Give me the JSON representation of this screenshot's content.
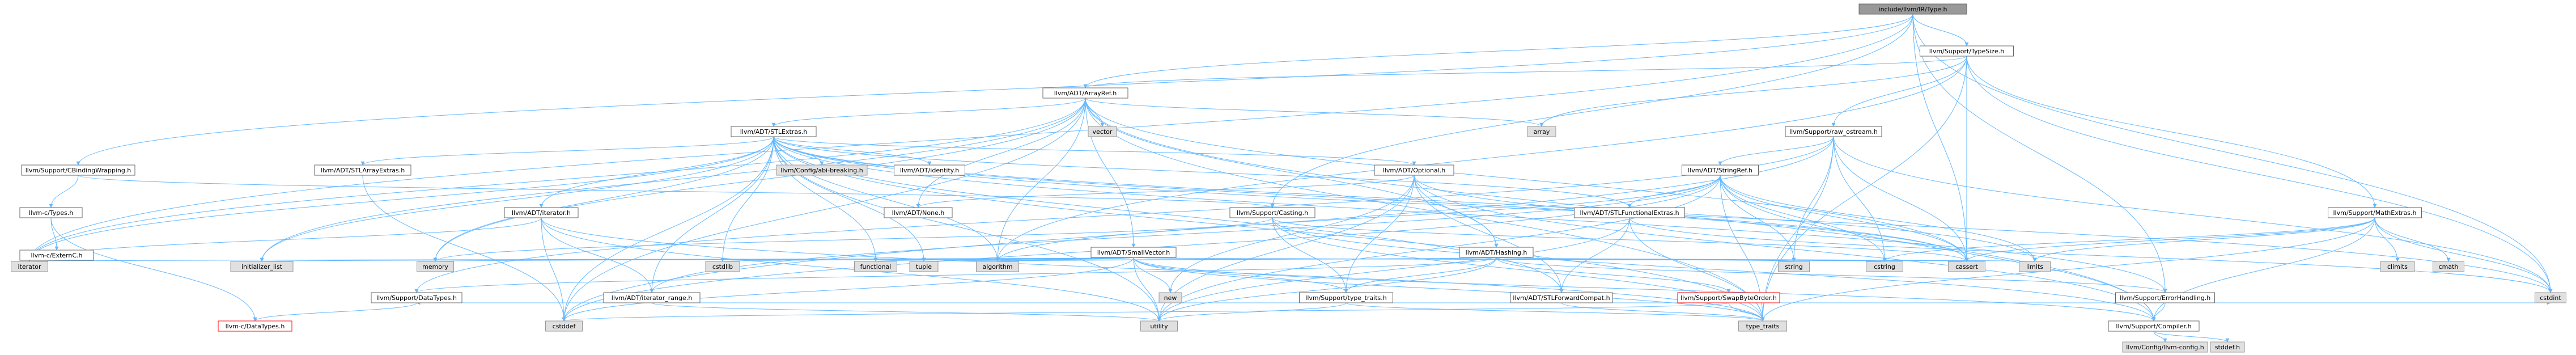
{
  "graph": {
    "nodes": [
      {
        "id": "root",
        "label": "include/llvm/IR/Type.h",
        "style": "root"
      },
      {
        "id": "TypeSize",
        "label": "llvm/Support/TypeSize.h",
        "style": "file"
      },
      {
        "id": "ArrayRef",
        "label": "llvm/ADT/ArrayRef.h",
        "style": "file"
      },
      {
        "id": "CBindingWrapping",
        "label": "llvm/Support/CBindingWrapping.h",
        "style": "file"
      },
      {
        "id": "c_Types",
        "label": "llvm-c/Types.h",
        "style": "file"
      },
      {
        "id": "ExternC",
        "label": "llvm-c/ExternC.h",
        "style": "file"
      },
      {
        "id": "c_DataTypes",
        "label": "llvm-c/DataTypes.h",
        "style": "missing"
      },
      {
        "id": "STLExtras",
        "label": "llvm/ADT/STLExtras.h",
        "style": "file"
      },
      {
        "id": "vector",
        "label": "vector",
        "style": "system"
      },
      {
        "id": "array",
        "label": "array",
        "style": "system"
      },
      {
        "id": "raw_ostream",
        "label": "llvm/Support/raw_ostream.h",
        "style": "file"
      },
      {
        "id": "STLArrayExtras",
        "label": "llvm/ADT/STLArrayExtras.h",
        "style": "file"
      },
      {
        "id": "abi_breaking",
        "label": "llvm/Config/abi-breaking.h",
        "style": "system"
      },
      {
        "id": "identity",
        "label": "llvm/ADT/identity.h",
        "style": "file"
      },
      {
        "id": "Optional",
        "label": "llvm/ADT/Optional.h",
        "style": "file"
      },
      {
        "id": "StringRef",
        "label": "llvm/ADT/StringRef.h",
        "style": "file"
      },
      {
        "id": "iterator_h",
        "label": "llvm/ADT/iterator.h",
        "style": "file"
      },
      {
        "id": "Casting",
        "label": "llvm/Support/Casting.h",
        "style": "file"
      },
      {
        "id": "None",
        "label": "llvm/ADT/None.h",
        "style": "file"
      },
      {
        "id": "SmallVector",
        "label": "llvm/ADT/SmallVector.h",
        "style": "file"
      },
      {
        "id": "Hashing",
        "label": "llvm/ADT/Hashing.h",
        "style": "file"
      },
      {
        "id": "STLFunctionalExtras",
        "label": "llvm/ADT/STLFunctionalExtras.h",
        "style": "file"
      },
      {
        "id": "MathExtras",
        "label": "llvm/Support/MathExtras.h",
        "style": "file"
      },
      {
        "id": "iterator",
        "label": "iterator",
        "style": "system"
      },
      {
        "id": "initializer_list",
        "label": "initializer_list",
        "style": "system"
      },
      {
        "id": "memory",
        "label": "memory",
        "style": "system"
      },
      {
        "id": "DataTypes",
        "label": "llvm/Support/DataTypes.h",
        "style": "file"
      },
      {
        "id": "iterator_range",
        "label": "llvm/ADT/iterator_range.h",
        "style": "file"
      },
      {
        "id": "cstdlib",
        "label": "cstdlib",
        "style": "system"
      },
      {
        "id": "functional",
        "label": "functional",
        "style": "system"
      },
      {
        "id": "tuple",
        "label": "tuple",
        "style": "system"
      },
      {
        "id": "algorithm",
        "label": "algorithm",
        "style": "system"
      },
      {
        "id": "new",
        "label": "new",
        "style": "system"
      },
      {
        "id": "type_traits_h",
        "label": "llvm/Support/type_traits.h",
        "style": "file"
      },
      {
        "id": "STLForwardCompat",
        "label": "llvm/ADT/STLForwardCompat.h",
        "style": "file"
      },
      {
        "id": "SwapByteOrder",
        "label": "llvm/Support/SwapByteOrder.h",
        "style": "missing"
      },
      {
        "id": "string",
        "label": "string",
        "style": "system"
      },
      {
        "id": "cstring",
        "label": "cstring",
        "style": "system"
      },
      {
        "id": "cassert",
        "label": "cassert",
        "style": "system"
      },
      {
        "id": "limits",
        "label": "limits",
        "style": "system"
      },
      {
        "id": "ErrorHandling",
        "label": "llvm/Support/ErrorHandling.h",
        "style": "file"
      },
      {
        "id": "climits",
        "label": "climits",
        "style": "system"
      },
      {
        "id": "cmath",
        "label": "cmath",
        "style": "system"
      },
      {
        "id": "cstdint",
        "label": "cstdint",
        "style": "system"
      },
      {
        "id": "Compiler",
        "label": "llvm/Support/Compiler.h",
        "style": "file"
      },
      {
        "id": "cstddef",
        "label": "cstddef",
        "style": "system"
      },
      {
        "id": "utility",
        "label": "utility",
        "style": "system"
      },
      {
        "id": "type_traits",
        "label": "type_traits",
        "style": "system"
      },
      {
        "id": "llvm_config",
        "label": "llvm/Config/llvm-config.h",
        "style": "system"
      },
      {
        "id": "stddef",
        "label": "stddef.h",
        "style": "system"
      }
    ],
    "edges": [
      [
        "root",
        "TypeSize"
      ],
      [
        "root",
        "ArrayRef"
      ],
      [
        "root",
        "CBindingWrapping"
      ],
      [
        "root",
        "Casting"
      ],
      [
        "root",
        "ErrorHandling"
      ],
      [
        "root",
        "cstdint"
      ],
      [
        "root",
        "cassert"
      ],
      [
        "root",
        "iterator"
      ],
      [
        "TypeSize",
        "ArrayRef"
      ],
      [
        "TypeSize",
        "MathExtras"
      ],
      [
        "TypeSize",
        "raw_ostream"
      ],
      [
        "TypeSize",
        "algorithm"
      ],
      [
        "TypeSize",
        "array"
      ],
      [
        "TypeSize",
        "cassert"
      ],
      [
        "TypeSize",
        "cstdint"
      ],
      [
        "TypeSize",
        "type_traits"
      ],
      [
        "ArrayRef",
        "Hashing"
      ],
      [
        "ArrayRef",
        "None"
      ],
      [
        "ArrayRef",
        "SmallVector"
      ],
      [
        "ArrayRef",
        "STLExtras"
      ],
      [
        "ArrayRef",
        "Compiler"
      ],
      [
        "ArrayRef",
        "algorithm"
      ],
      [
        "ArrayRef",
        "array"
      ],
      [
        "ArrayRef",
        "cassert"
      ],
      [
        "ArrayRef",
        "cstddef"
      ],
      [
        "ArrayRef",
        "initializer_list"
      ],
      [
        "ArrayRef",
        "iterator"
      ],
      [
        "ArrayRef",
        "memory"
      ],
      [
        "ArrayRef",
        "type_traits"
      ],
      [
        "ArrayRef",
        "vector"
      ],
      [
        "CBindingWrapping",
        "c_Types"
      ],
      [
        "CBindingWrapping",
        "Casting"
      ],
      [
        "c_Types",
        "ExternC"
      ],
      [
        "c_Types",
        "c_DataTypes"
      ],
      [
        "STLExtras",
        "STLArrayExtras"
      ],
      [
        "STLExtras",
        "abi_breaking"
      ],
      [
        "STLExtras",
        "identity"
      ],
      [
        "STLExtras",
        "Optional"
      ],
      [
        "STLExtras",
        "STLForwardCompat"
      ],
      [
        "STLExtras",
        "STLFunctionalExtras"
      ],
      [
        "STLExtras",
        "iterator_h"
      ],
      [
        "STLExtras",
        "iterator_range"
      ],
      [
        "STLExtras",
        "ErrorHandling"
      ],
      [
        "STLExtras",
        "algorithm"
      ],
      [
        "STLExtras",
        "cassert"
      ],
      [
        "STLExtras",
        "cstddef"
      ],
      [
        "STLExtras",
        "cstdint"
      ],
      [
        "STLExtras",
        "cstdlib"
      ],
      [
        "STLExtras",
        "functional"
      ],
      [
        "STLExtras",
        "initializer_list"
      ],
      [
        "STLExtras",
        "iterator"
      ],
      [
        "STLExtras",
        "limits"
      ],
      [
        "STLExtras",
        "memory"
      ],
      [
        "STLExtras",
        "tuple"
      ],
      [
        "STLExtras",
        "type_traits"
      ],
      [
        "STLExtras",
        "utility"
      ],
      [
        "STLArrayExtras",
        "cstddef"
      ],
      [
        "raw_ostream",
        "StringRef"
      ],
      [
        "raw_ostream",
        "DataTypes"
      ],
      [
        "raw_ostream",
        "cassert"
      ],
      [
        "raw_ostream",
        "cstddef"
      ],
      [
        "raw_ostream",
        "cstdint"
      ],
      [
        "raw_ostream",
        "cstring"
      ],
      [
        "raw_ostream",
        "string"
      ],
      [
        "raw_ostream",
        "type_traits"
      ],
      [
        "Optional",
        "None"
      ],
      [
        "Optional",
        "STLForwardCompat"
      ],
      [
        "Optional",
        "Hashing"
      ],
      [
        "Optional",
        "Compiler"
      ],
      [
        "Optional",
        "type_traits_h"
      ],
      [
        "Optional",
        "cassert"
      ],
      [
        "Optional",
        "new"
      ],
      [
        "Optional",
        "utility"
      ],
      [
        "StringRef",
        "STLFunctionalExtras"
      ],
      [
        "StringRef",
        "iterator_range"
      ],
      [
        "StringRef",
        "Compiler"
      ],
      [
        "StringRef",
        "algorithm"
      ],
      [
        "StringRef",
        "cassert"
      ],
      [
        "StringRef",
        "cstddef"
      ],
      [
        "StringRef",
        "cstring"
      ],
      [
        "StringRef",
        "limits"
      ],
      [
        "StringRef",
        "string"
      ],
      [
        "StringRef",
        "type_traits"
      ],
      [
        "StringRef",
        "utility"
      ],
      [
        "iterator_h",
        "iterator_range"
      ],
      [
        "iterator_h",
        "cstddef"
      ],
      [
        "iterator_h",
        "iterator"
      ],
      [
        "iterator_h",
        "type_traits"
      ],
      [
        "iterator_h",
        "utility"
      ],
      [
        "Casting",
        "type_traits_h"
      ],
      [
        "Casting",
        "Compiler"
      ],
      [
        "Casting",
        "cassert"
      ],
      [
        "Casting",
        "memory"
      ],
      [
        "Casting",
        "type_traits"
      ],
      [
        "SmallVector",
        "Compiler"
      ],
      [
        "SmallVector",
        "type_traits_h"
      ],
      [
        "SmallVector",
        "algorithm"
      ],
      [
        "SmallVector",
        "cassert"
      ],
      [
        "SmallVector",
        "cstddef"
      ],
      [
        "SmallVector",
        "cstdlib"
      ],
      [
        "SmallVector",
        "cstring"
      ],
      [
        "SmallVector",
        "functional"
      ],
      [
        "SmallVector",
        "initializer_list"
      ],
      [
        "SmallVector",
        "iterator"
      ],
      [
        "SmallVector",
        "limits"
      ],
      [
        "SmallVector",
        "memory"
      ],
      [
        "SmallVector",
        "new"
      ],
      [
        "SmallVector",
        "type_traits"
      ],
      [
        "SmallVector",
        "utility"
      ],
      [
        "Hashing",
        "ErrorHandling"
      ],
      [
        "Hashing",
        "DataTypes"
      ],
      [
        "Hashing",
        "SwapByteOrder"
      ],
      [
        "Hashing",
        "type_traits_h"
      ],
      [
        "Hashing",
        "algorithm"
      ],
      [
        "Hashing",
        "cassert"
      ],
      [
        "Hashing",
        "cstring"
      ],
      [
        "Hashing",
        "string"
      ],
      [
        "Hashing",
        "tuple"
      ],
      [
        "Hashing",
        "utility"
      ],
      [
        "STLFunctionalExtras",
        "STLForwardCompat"
      ],
      [
        "STLFunctionalExtras",
        "cstdint"
      ],
      [
        "STLFunctionalExtras",
        "type_traits"
      ],
      [
        "STLFunctionalExtras",
        "utility"
      ],
      [
        "MathExtras",
        "Compiler"
      ],
      [
        "MathExtras",
        "cassert"
      ],
      [
        "MathExtras",
        "climits"
      ],
      [
        "MathExtras",
        "cmath"
      ],
      [
        "MathExtras",
        "cstdint"
      ],
      [
        "MathExtras",
        "cstring"
      ],
      [
        "MathExtras",
        "limits"
      ],
      [
        "MathExtras",
        "type_traits"
      ],
      [
        "DataTypes",
        "c_DataTypes"
      ],
      [
        "iterator_range",
        "utility"
      ],
      [
        "type_traits_h",
        "type_traits"
      ],
      [
        "type_traits_h",
        "utility"
      ],
      [
        "STLForwardCompat",
        "type_traits"
      ],
      [
        "SwapByteOrder",
        "DataTypes"
      ],
      [
        "SwapByteOrder",
        "cstddef"
      ],
      [
        "SwapByteOrder",
        "cstdint"
      ],
      [
        "SwapByteOrder",
        "type_traits"
      ],
      [
        "ErrorHandling",
        "Compiler"
      ],
      [
        "Compiler",
        "llvm_config"
      ],
      [
        "Compiler",
        "stddef"
      ]
    ]
  },
  "colors": {
    "edge": "#63b8ff",
    "file_fill": "#ffffff",
    "file_border": "#666666",
    "root_fill": "#999999",
    "root_border": "#666666",
    "system_fill": "#e0e0e0",
    "system_border": "#999999",
    "missing_border": "#ff0000"
  }
}
